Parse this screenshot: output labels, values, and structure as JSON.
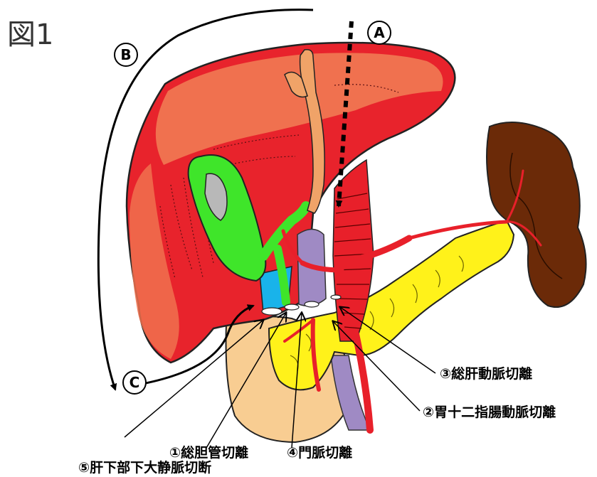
{
  "figure": {
    "title": "図1",
    "markers": {
      "a": "A",
      "b": "B",
      "c": "C"
    },
    "labels": {
      "common_hepatic_artery": "③総肝動脈切離",
      "gastroduodenal_artery": "②胃十二指腸動脈切離",
      "common_bile_duct": "①総胆管切離",
      "portal_vein": "④門脈切離",
      "infrahepatic_ivc": "⑤肝下部下大静脈切断"
    },
    "colors": {
      "liver": "#e8232c",
      "liver_light": "#f0714f",
      "gallbladder": "#3fe52a",
      "pancreas": "#fff21a",
      "spleen": "#6b2a08",
      "duodenum": "#f8cd92",
      "ivc": "#19b3ea",
      "portal_vein": "#9f8ac4",
      "artery": "#e8202a",
      "bile_duct_upper": "#f0a368"
    }
  }
}
